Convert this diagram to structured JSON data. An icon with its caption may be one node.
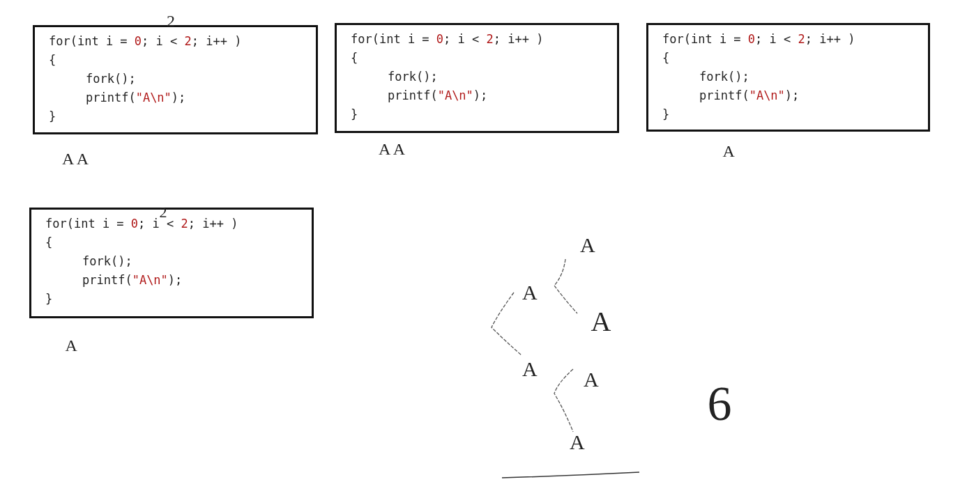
{
  "diagram": {
    "nodes": [
      {
        "text": [
          "for(int i = 0; i < 2; i++ )",
          "{",
          "fork();",
          "printf(\"A\\n\");",
          "}"
        ]
      },
      {
        "text": [
          "for(int i = 0; i < 2; i++ )",
          "{",
          "fork();",
          "printf(\"A\\n\");",
          "}"
        ]
      },
      {
        "text": [
          "for(int i = 0; i < 2; i++ )",
          "{",
          "fork();",
          "printf(\"A\\n\");",
          "}"
        ]
      },
      {
        "text": [
          "for(int i = 0; i < 2; i++ )",
          "{",
          "fork();",
          "printf(\"A\\n\");",
          "}"
        ]
      }
    ],
    "labels": [
      "2",
      "A A",
      "A A",
      "A",
      "2",
      "A",
      "A",
      "A",
      "A",
      "A",
      "A",
      "A",
      "6"
    ]
  }
}
